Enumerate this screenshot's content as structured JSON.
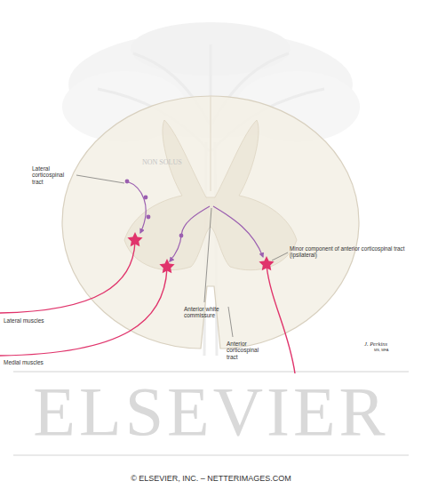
{
  "diagram": {
    "labels": [
      "Lateral corticospinal tract",
      "Minor component of anterior corticospinal tract (ipsilateral)",
      "Lateral muscles",
      "Medial muscles",
      "Anterior white commissure",
      "Anterior corticospinal tract",
      "J. Perkins",
      "MS, MFA",
      "NON SOLUS",
      "ELSEVIER",
      "© ELSEVIER, INC. – NETTERIMAGES.COM"
    ]
  }
}
